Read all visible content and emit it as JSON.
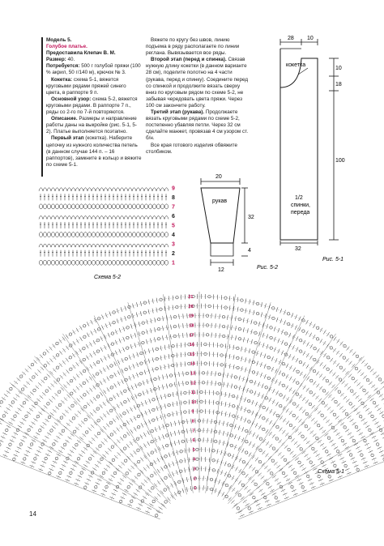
{
  "col1": {
    "model": "Модель 5.",
    "title": "Голубое платье.",
    "author_label": "Предоставила Клепач В. М.",
    "size_label": "Размер:",
    "size_value": " 40.",
    "need_label": "Потребуется:",
    "need_value": " 500 г голубой пряжи (100 % акрил, 50 г/140 м), крючок № 3.",
    "yoke_label": "Кокетка:",
    "yoke_value": " схема 5-1, вяжется круговыми рядами пряжей синего цвета, в раппорте 9 п.",
    "main_label": "Основной узор:",
    "main_value": " схема 5-2, вяжется круговыми рядами. В раппорте 7 п., ряды со 2-го по 7-й повторяются.",
    "desc_label": "Описание.",
    "desc_value": " Размеры и направление работы даны на выкройке (рис. 5-1, 5-2). Платье выполняется поэтапно.",
    "stage1_label": "Первый этап",
    "stage1_value": " (кокетка). Наберите цепочку из нужного количества петель (в данном случае 144 п. – 16 раппортов), замкните в кольцо и вяжите по схеме 5-1."
  },
  "col2": {
    "p1": "Вяжете по кругу без швов, линию подъема в ряду располагаете по линии реглана. Вывязывается все ряды.",
    "stage2_label": "Второй этап (перед и спинка).",
    "stage2_value": " Связав нужную длину кокетки (в данном варианте 28 см), поделите полотно на 4 части (рукава, перед и спинку). Соедините перед со спинкой и продолжите вязать сверху вниз по круговым рядом по схеме 5-2, не забывая чередовать цвета пряжи. Через 100 см закончите работу.",
    "stage3_label": "Третий этап (рукава).",
    "stage3_value": " Продолжаете вязать круговыми рядами по схеме 5-2, постепенно убавляя петли. Через 32 см сделайте манжет, провязав 4 см узором ст. б/н.",
    "p4": "Все края готового изделия обвяжите столбиком."
  },
  "sleeve": {
    "top": "20",
    "label": "рукав",
    "height": "32",
    "cuff": "4",
    "bottom": "12",
    "caption": "Рис. 5-2"
  },
  "body_pattern": {
    "w1": "28",
    "w2": "10",
    "yoke_label": "кокетка",
    "d1": "10",
    "d2": "18",
    "label_line1": "1/2",
    "label_line2": "спинки,",
    "label_line3": "переда",
    "height": "100",
    "bottom": "32",
    "caption": "Рис. 5-1"
  },
  "scheme52": {
    "caption": "Схема 5-2",
    "rows": [
      "9",
      "8",
      "7",
      "6",
      "5",
      "4",
      "3",
      "2",
      "1"
    ],
    "row_colors": [
      "#c2185b",
      "#1a1a1a",
      "#c2185b",
      "#1a1a1a",
      "#c2185b",
      "#1a1a1a",
      "#c2185b",
      "#1a1a1a",
      "#c2185b"
    ]
  },
  "scheme51": {
    "caption": "Схема 5-1",
    "rows": [
      "21",
      "20",
      "19",
      "18",
      "17",
      "16",
      "15",
      "14",
      "13",
      "12",
      "11",
      "10",
      "9",
      "8",
      "7",
      "6",
      "5",
      "4",
      "3",
      "2",
      "1"
    ]
  },
  "page_number": "14",
  "colors": {
    "accent": "#c2185b",
    "ink": "#1a1a1a"
  }
}
